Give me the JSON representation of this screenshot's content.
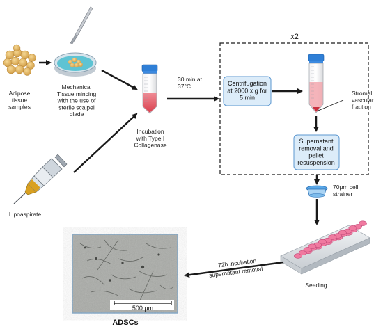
{
  "steps": {
    "adipose": "Adipose\ntissue\nsamples",
    "mincing": "Mechanical\nTissue mincing\nwith the use of\nsterile scalpel\nblade",
    "lipoaspirate": "Lipoaspirate",
    "incubation": "Incubation\nwith Type I\nCollagenase",
    "incubation_time": "30 min at\n37°C",
    "repeat": "x2",
    "centrifugation": "Centrifugation\nat 2000 x g for\n5 min",
    "svf": "Stromal\nvascular\nfraction",
    "supernatant": "Supernatant\nremoval and\npellet\nresuspension",
    "strainer": "70μm cell\nstrainer",
    "seeding": "Seeding",
    "incubation72_line1": "72h incubation",
    "incubation72_line2": "supernatant removal",
    "scale_bar": "500 μm",
    "result": "ADSCs"
  },
  "colors": {
    "box_fill": "#dcecf9",
    "box_stroke": "#5b97d0",
    "tube_cap": "#2f7fd6",
    "tube_liquid": "#e8646f",
    "dish_liquid": "#5ec3d3",
    "fat": "#e4b25c",
    "lipo": "#d9a020",
    "plate_well": "#f07aa0",
    "arrow": "#1a1a1a"
  }
}
